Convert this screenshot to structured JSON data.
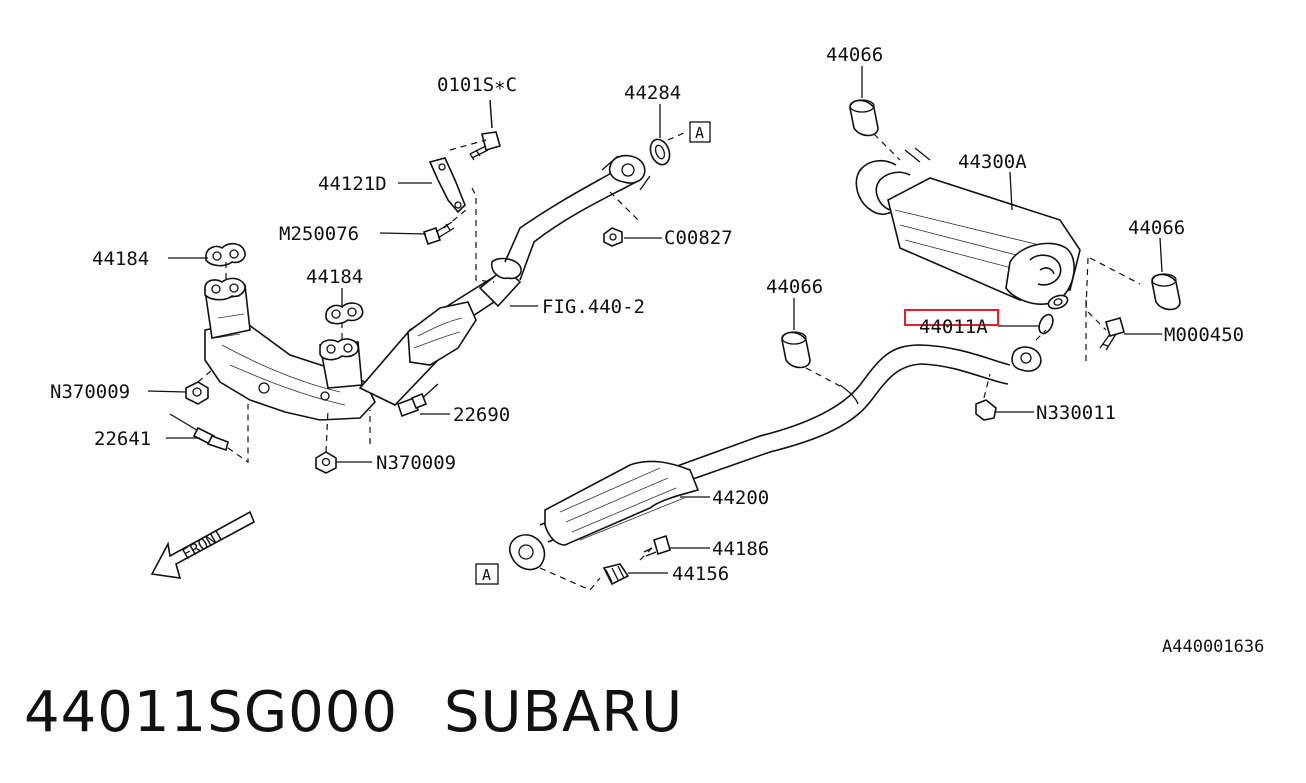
{
  "labels": {
    "c1": "0101S∗C",
    "c2": "44284",
    "c3": "44066",
    "c4": "44121D",
    "c5": "44300A",
    "c6": "M250076",
    "c7": "C00827",
    "c8": "44066",
    "c9": "44184",
    "c10": "44184",
    "c11": "FIG.440-2",
    "c12": "44066",
    "c13": "44011A",
    "c14": "M000450",
    "c15": "N370009",
    "c16": "22690",
    "c17": "N330011",
    "c18": "22641",
    "c19": "N370009",
    "c20": "44200",
    "c21": "44186",
    "c22": "44156",
    "ref_a1": "A",
    "ref_a2": "A",
    "front": "FRONT",
    "drawing_id": "A440001636"
  },
  "highlight": {
    "part": "44011A",
    "color": "#e0202a"
  },
  "footer": {
    "part_number": "44011SG000",
    "brand": "SUBARU"
  }
}
